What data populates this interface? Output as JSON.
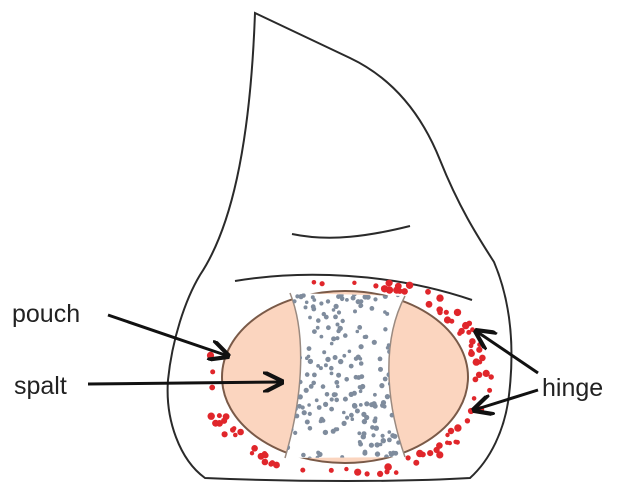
{
  "diagram": {
    "labels": {
      "pouch": "pouch",
      "spalt": "spalt",
      "hinge": "hinge"
    },
    "colors": {
      "outline": "#2a2a2a",
      "pouch_fill": "#fbd5bf",
      "spalt_dots": "#7f8c9d",
      "hinge_dots": "#e0262b",
      "arrow": "#111111"
    }
  }
}
